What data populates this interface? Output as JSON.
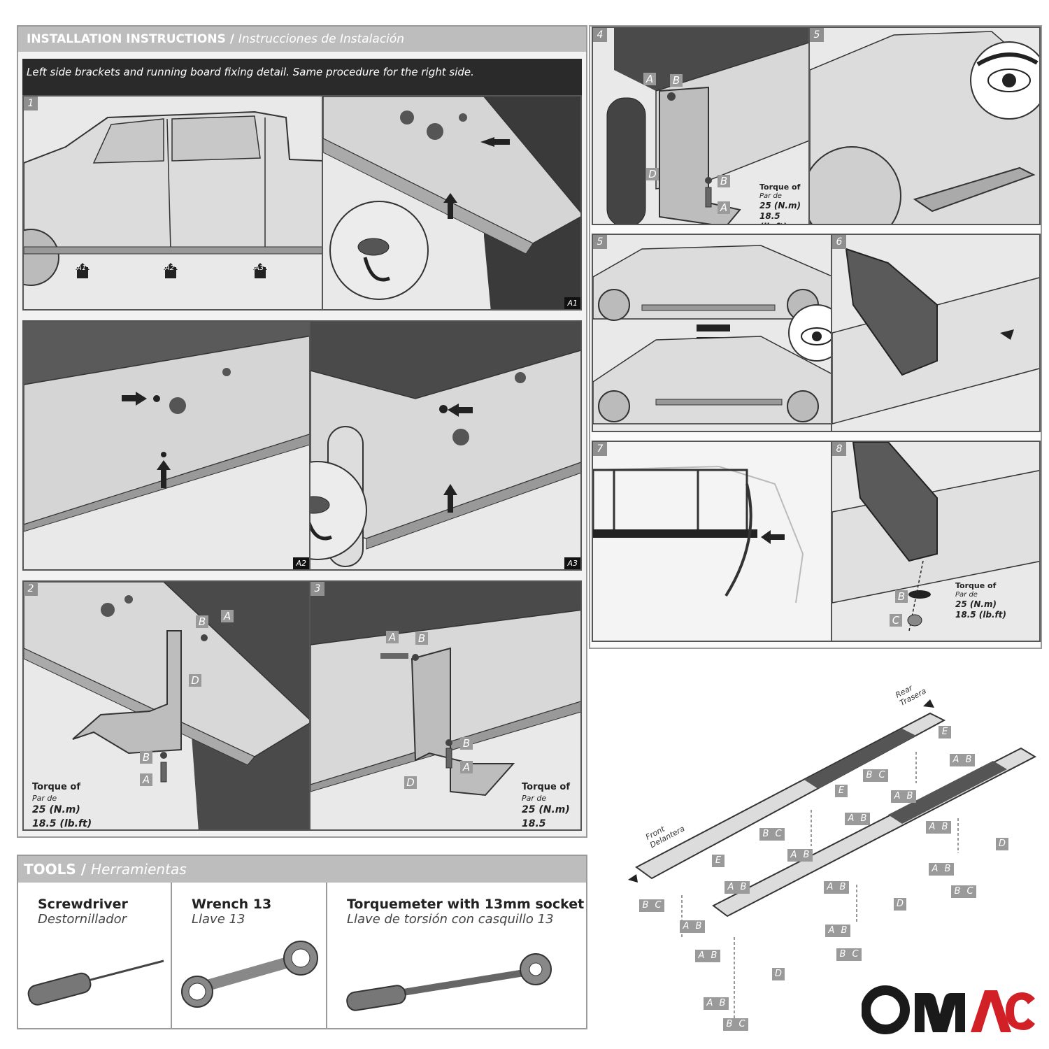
{
  "header": {
    "title": "INSTALLATION INSTRUCTIONS",
    "separator": " / ",
    "subtitle": "Instrucciones de Instalación",
    "note": "Left side brackets and running board fixing detail. Same procedure for the right side."
  },
  "panels": {
    "p1": {
      "num": "1"
    },
    "p2": {
      "num": "2"
    },
    "p3": {
      "num": "3"
    },
    "p4": {
      "num": "4"
    },
    "p5a": {
      "num": "5"
    },
    "p5b": {
      "num": "5"
    },
    "p6": {
      "num": "6"
    },
    "p7": {
      "num": "7"
    },
    "p8": {
      "num": "8"
    }
  },
  "markers": {
    "a1": "A1",
    "a2": "A2",
    "a3": "A3"
  },
  "parts": {
    "a": "A",
    "b": "B",
    "c": "C",
    "d": "D",
    "e": "E"
  },
  "torque": {
    "label": "Torque of",
    "label_es": "Par de",
    "nm": "25 (N.m)",
    "lbft": "18.5 (lb.ft)"
  },
  "tools": {
    "title": "TOOLS",
    "subtitle": "Herramientas",
    "items": [
      {
        "name": "Screwdriver",
        "name_es": "Destornillador",
        "icon": "screwdriver-icon"
      },
      {
        "name": "Wrench 13",
        "name_es": "Llave 13",
        "icon": "wrench-icon"
      },
      {
        "name": "Torquemeter with 13mm socket",
        "name_es": "Llave de torsión con casquillo 13",
        "icon": "torque-wrench-icon"
      }
    ]
  },
  "diagram": {
    "rear": "Rear",
    "rear_es": "Trasera",
    "front": "Front",
    "front_es": "Delantera"
  },
  "brand": {
    "logo": "OMAC",
    "colors": {
      "dark": "#1a1a1a",
      "red": "#d22027"
    }
  }
}
